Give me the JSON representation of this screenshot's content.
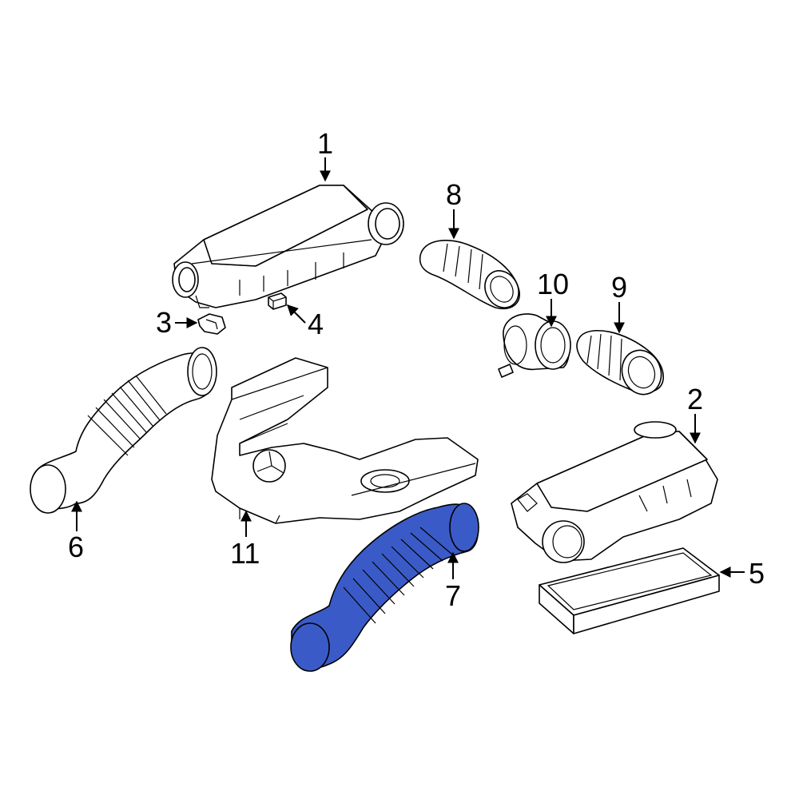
{
  "diagram": {
    "highlight_color": "#3a5bc7",
    "highlighted_part": "7",
    "callouts": {
      "c1": "1",
      "c2": "2",
      "c3": "3",
      "c4": "4",
      "c5": "5",
      "c6": "6",
      "c7": "7",
      "c8": "8",
      "c9": "9",
      "c10": "10",
      "c11": "11"
    }
  }
}
